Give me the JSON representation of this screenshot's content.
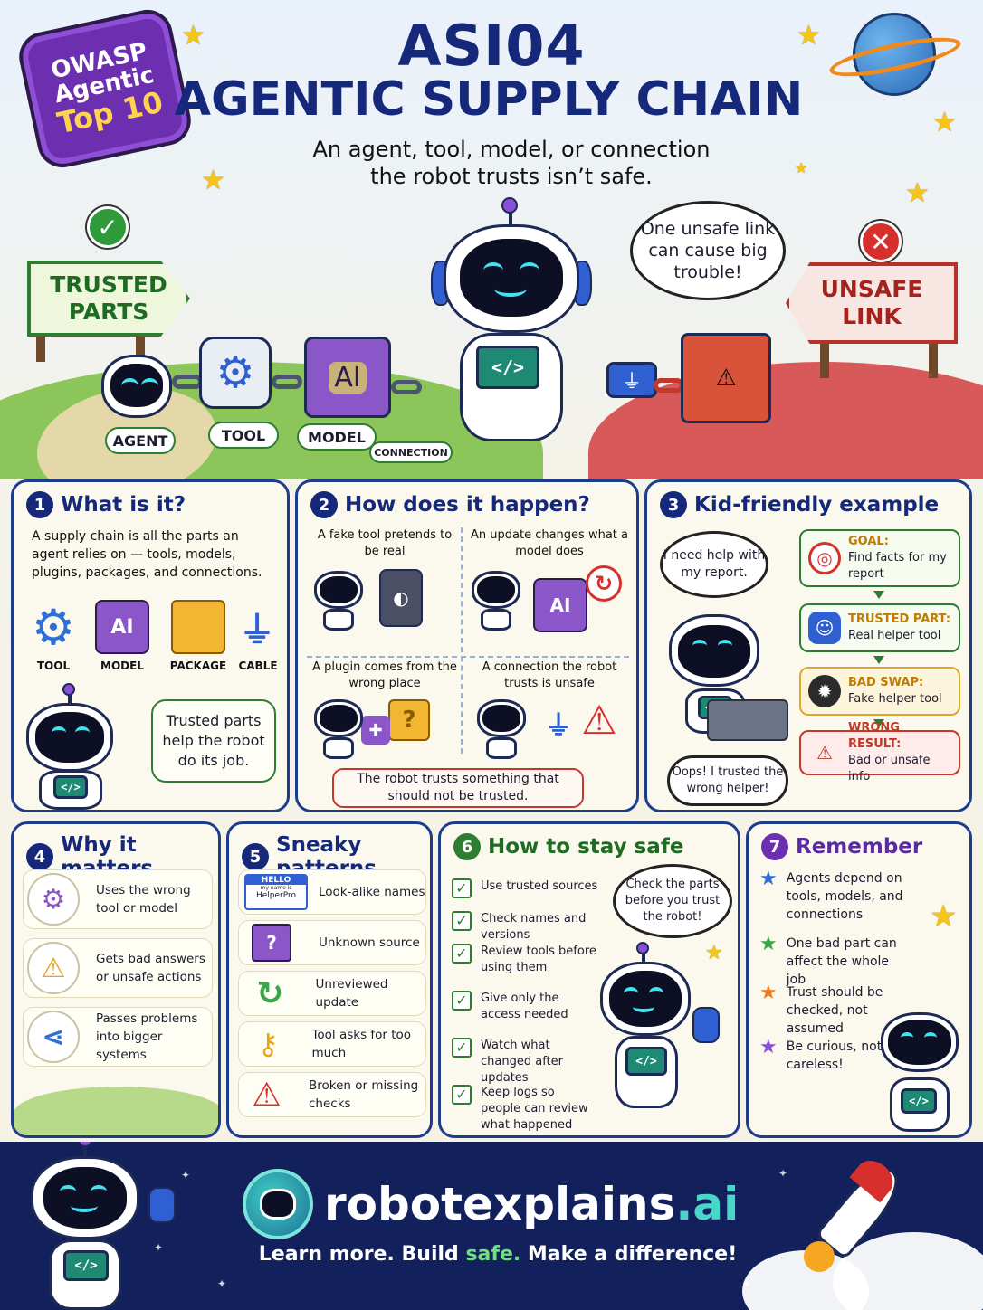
{
  "badge": {
    "line1": "OWASP",
    "line2": "Agentic",
    "line3": "Top 10"
  },
  "header": {
    "code": "ASI04",
    "title": "AGENTIC SUPPLY CHAIN",
    "subtitle_line1": "An agent, tool, model, or connection",
    "subtitle_line2": "the robot trusts isn’t safe."
  },
  "hero": {
    "trusted_sign": "TRUSTED PARTS",
    "unsafe_sign": "UNSAFE LINK",
    "speech": "One unsafe link can cause big trouble!",
    "robot_screen": "</>",
    "chain_labels": [
      "AGENT",
      "TOOL",
      "MODEL",
      "CONNECTION"
    ],
    "model_box_text": "AI"
  },
  "panel1": {
    "number": "1",
    "title": "What is it?",
    "text": "A supply chain is all the parts an agent relies on — tools, models, plugins, packages, and connections.",
    "icons": [
      {
        "label": "TOOL",
        "icon": "gear-icon"
      },
      {
        "label": "MODEL",
        "icon": "ai-cube-icon",
        "text": "AI"
      },
      {
        "label": "PACKAGE",
        "icon": "package-icon"
      },
      {
        "label": "CABLE",
        "icon": "plug-icon"
      }
    ],
    "bubble": "Trusted parts help the robot do its job."
  },
  "panel2": {
    "number": "2",
    "title": "How does it happen?",
    "cells": [
      {
        "caption": "A fake tool pretends to be real"
      },
      {
        "caption": "An update changes what a model does"
      },
      {
        "caption": "A plugin comes from the wrong place"
      },
      {
        "caption": "A connection the robot trusts is unsafe"
      }
    ],
    "warning": "The robot trusts something that should not be trusted."
  },
  "panel3": {
    "number": "3",
    "title": "Kid-friendly example",
    "bubble_top": "I need help with my report.",
    "bubble_bottom": "Oops! I trusted the wrong helper!",
    "flow": [
      {
        "label": "GOAL:",
        "text": "Find facts for my report",
        "color": "#2e7d32"
      },
      {
        "label": "TRUSTED PART:",
        "text": "Real helper tool",
        "color": "#2e7d32"
      },
      {
        "label": "BAD SWAP:",
        "text": "Fake helper tool",
        "color": "#c27a00"
      },
      {
        "label": "WRONG RESULT:",
        "text": "Bad or unsafe info",
        "color": "#c0392b"
      }
    ]
  },
  "panel4": {
    "number": "4",
    "title": "Why it matters",
    "items": [
      {
        "text": "Uses the wrong tool or model",
        "icon": "gear-icon"
      },
      {
        "text": "Gets bad answers or unsafe actions",
        "icon": "warning-icon"
      },
      {
        "text": "Passes problems into bigger systems",
        "icon": "share-icon"
      }
    ]
  },
  "panel5": {
    "number": "5",
    "title": "Sneaky patterns",
    "hello_tag": {
      "top": "HELLO",
      "mid": "my name is",
      "name": "HelperPro"
    },
    "items": [
      {
        "text": "Look-alike names",
        "icon": "name-tag-icon"
      },
      {
        "text": "Unknown source",
        "icon": "mystery-box-icon"
      },
      {
        "text": "Unreviewed update",
        "icon": "refresh-icon"
      },
      {
        "text": "Tool asks for too much",
        "icon": "key-icon"
      },
      {
        "text": "Broken or missing checks",
        "icon": "warning-icon"
      }
    ]
  },
  "panel6": {
    "number": "6",
    "title": "How to stay safe",
    "items": [
      "Use trusted sources",
      "Check names and versions",
      "Review tools before using them",
      "Give only the access needed",
      "Watch what changed after updates",
      "Keep logs so people can review what happened"
    ],
    "bubble": "Check the parts before you trust the robot!"
  },
  "panel7": {
    "number": "7",
    "title": "Remember",
    "items": [
      {
        "text": "Agents depend on tools, models, and connections",
        "color": "#2f6fd6"
      },
      {
        "text": "One bad part can affect the whole job",
        "color": "#3aa64a"
      },
      {
        "text": "Trust should be checked, not assumed",
        "color": "#f07a1c"
      },
      {
        "text": "Be curious, not careless!",
        "color": "#8a4fd8"
      }
    ]
  },
  "footer": {
    "brand_main": "robotexplains",
    "brand_tld": ".ai",
    "tag_1": "Learn more. Build ",
    "tag_safe": "safe.",
    "tag_2": " Make a difference!"
  },
  "colors": {
    "navy": "#15287a",
    "panel_border": "#1e3c8c",
    "trusted_green": "#2e7d32",
    "unsafe_red": "#c0392b",
    "footer_bg": "#12205c",
    "accent_teal": "#49d6c9"
  }
}
